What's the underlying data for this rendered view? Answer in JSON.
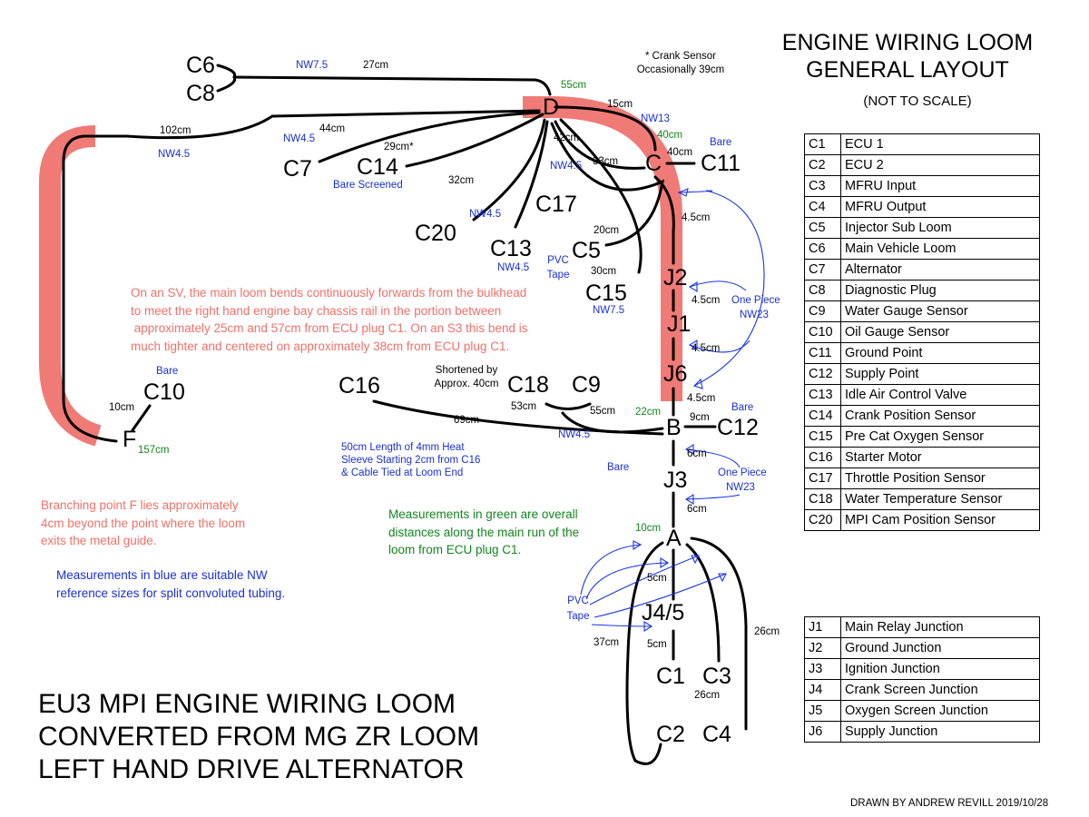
{
  "header": {
    "title_line1": "ENGINE WIRING LOOM",
    "title_line2": "GENERAL LAYOUT",
    "subtitle": "(NOT TO SCALE)"
  },
  "footer": {
    "title_lines": [
      "EU3 MPI ENGINE WIRING LOOM",
      "CONVERTED FROM MG ZR LOOM",
      "LEFT HAND DRIVE ALTERNATOR"
    ],
    "credit": "DRAWN BY ANDREW REVILL 2019/10/28"
  },
  "connectors": {
    "C1": "C1",
    "C2": "C2",
    "C3": "C3",
    "C4": "C4",
    "C5": "C5",
    "C6": "C6",
    "C7": "C7",
    "C8": "C8",
    "C9": "C9",
    "C10": "C10",
    "C11": "C11",
    "C12": "C12",
    "C13": "C13",
    "C14": "C14",
    "C15": "C15",
    "C16": "C16",
    "C17": "C17",
    "C18": "C18",
    "C20": "C20"
  },
  "branch_points": {
    "A": "A",
    "B": "B",
    "C": "C",
    "D": "D",
    "F": "F"
  },
  "junctions": {
    "J1": "J1",
    "J2": "J2",
    "J3": "J3",
    "J45": "J4/5",
    "J6": "J6"
  },
  "lengths": {
    "c6_c8": "27cm",
    "d_c14": "29cm*",
    "d_c7": "44cm",
    "d_f": "102cm",
    "d_c20": "32cm",
    "d_c13": "42cm",
    "d_c17": "33cm",
    "d_c5": "20cm",
    "d_c15": "30cm",
    "d_c": "15cm",
    "c_c11": "40cm",
    "c_j2": "4.5cm",
    "j2_j1": "4.5cm",
    "j1_j6": "4.5cm",
    "j6_b": "4.5cm",
    "b_c12": "9cm",
    "b_j3": "6cm",
    "j3_a": "6cm",
    "b_c16": "69cm",
    "c18_c9": "53cm",
    "b_c18": "55cm",
    "f_c10": "10cm",
    "a_j45": "5cm",
    "j45_c1": "5cm",
    "a_c2": "37cm",
    "a_c4": "26cm",
    "c3_c4": "26cm"
  },
  "overall_distances": {
    "D": "55cm",
    "C": "40cm",
    "B": "22cm",
    "A": "10cm",
    "F": "157cm"
  },
  "nw_sizes": {
    "c6_c8": "NW7.5",
    "d_c7": "NW4.5",
    "d_f": "NW4.5",
    "d_c": "NW13",
    "d_c20": "NW4.5",
    "d_c13": "NW4.5",
    "d_c17": "NW4.5",
    "d_c15": "NW7.5",
    "b_c18": "NW4.5",
    "main_one_piece": "NW23",
    "lower_one_piece": "NW23"
  },
  "annotations": {
    "crank_sensor_line1": "* Crank Sensor",
    "crank_sensor_line2": "Occasionally 39cm",
    "bare_screened": "Bare Screened",
    "bare_c11": "Bare",
    "bare_c10": "Bare",
    "bare_c12": "Bare",
    "bare_b": "Bare",
    "pvc_tape_upper_line1": "PVC",
    "pvc_tape_upper_line2": "Tape",
    "pvc_tape_lower_line1": "PVC",
    "pvc_tape_lower_line2": "Tape",
    "one_piece_upper": "One Piece",
    "one_piece_lower": "One Piece",
    "shortened_line1": "Shortened by",
    "shortened_line2": "Approx. 40cm",
    "sleeve_lines": [
      "50cm Length of 4mm Heat",
      "Sleeve Starting 2cm from C16",
      "& Cable Tied at Loom End"
    ]
  },
  "notes": {
    "sv_bend": [
      "On an SV, the main loom bends continuously forwards from the bulkhead",
      "to meet the right hand engine bay chassis rail in the portion between",
      " approximately 25cm and 57cm from ECU plug C1. On an S3 this bend is",
      "much tighter and centered on approximately 38cm from ECU plug C1."
    ],
    "branch_f": [
      "Branching point F lies approximately",
      "4cm beyond the point where the loom",
      "exits the metal guide."
    ],
    "blue_meaning": [
      "Measurements in blue are suitable NW",
      "reference sizes for split convoluted tubing."
    ],
    "green_meaning": [
      "Measurements in green are overall",
      "distances along the main run of the",
      "loom from ECU plug C1."
    ]
  },
  "connector_key": [
    {
      "code": "C1",
      "name": "ECU 1"
    },
    {
      "code": "C2",
      "name": "ECU 2"
    },
    {
      "code": "C3",
      "name": "MFRU Input"
    },
    {
      "code": "C4",
      "name": "MFRU Output"
    },
    {
      "code": "C5",
      "name": "Injector Sub Loom"
    },
    {
      "code": "C6",
      "name": "Main Vehicle Loom"
    },
    {
      "code": "C7",
      "name": "Alternator"
    },
    {
      "code": "C8",
      "name": "Diagnostic Plug"
    },
    {
      "code": "C9",
      "name": "Water Gauge Sensor"
    },
    {
      "code": "C10",
      "name": "Oil Gauge Sensor"
    },
    {
      "code": "C11",
      "name": "Ground Point"
    },
    {
      "code": "C12",
      "name": "Supply Point"
    },
    {
      "code": "C13",
      "name": "Idle Air Control Valve"
    },
    {
      "code": "C14",
      "name": "Crank Position Sensor"
    },
    {
      "code": "C15",
      "name": "Pre Cat Oxygen Sensor"
    },
    {
      "code": "C16",
      "name": "Starter Motor"
    },
    {
      "code": "C17",
      "name": "Throttle Position Sensor"
    },
    {
      "code": "C18",
      "name": "Water Temperature Sensor"
    },
    {
      "code": "C20",
      "name": "MPI Cam Position Sensor"
    }
  ],
  "junction_key": [
    {
      "code": "J1",
      "name": "Main Relay Junction"
    },
    {
      "code": "J2",
      "name": "Ground Junction"
    },
    {
      "code": "J3",
      "name": "Ignition Junction"
    },
    {
      "code": "J4",
      "name": "Crank Screen Junction"
    },
    {
      "code": "J5",
      "name": "Oxygen Screen Junction"
    },
    {
      "code": "J6",
      "name": "Supply Junction"
    }
  ],
  "colors": {
    "loom_band": "#f07a76",
    "nw_blue": "#1a2fd6",
    "overall_green": "#13861f",
    "note_salmon": "#f2706a",
    "wire": "#000000"
  }
}
